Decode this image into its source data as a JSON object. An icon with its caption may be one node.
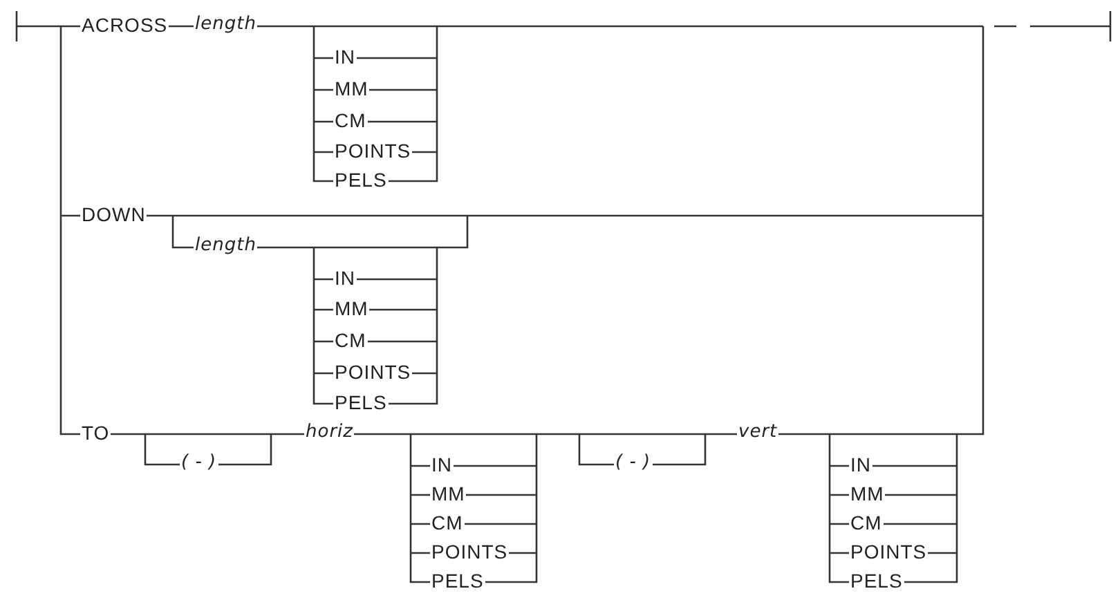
{
  "diagram": {
    "labels": [
      "ACROSS",
      "length",
      "IN",
      "MM",
      "CM",
      "POINTS",
      "PELS",
      "DOWN",
      "length",
      "IN",
      "MM",
      "CM",
      "POINTS",
      "PELS",
      "TO",
      "( - )",
      "horiz",
      "IN",
      "MM",
      "CM",
      "POINTS",
      "PELS",
      "( - )",
      "vert",
      "IN",
      "MM",
      "CM",
      "POINTS",
      "PELS"
    ]
  }
}
